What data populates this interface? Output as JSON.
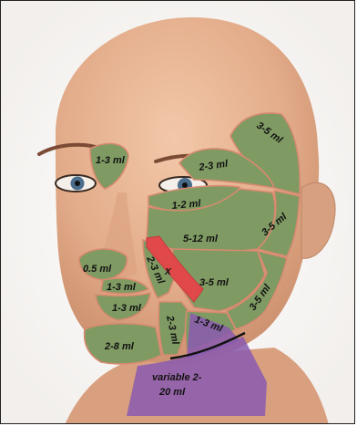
{
  "colors": {
    "background": "#ffffff",
    "skin": "#e7b393",
    "zone_green": "#7f9a63",
    "zone_border": "#d88a70",
    "danger_red": "#e0484a",
    "neck_purple": "#8a5bb0",
    "eye_iris": "#4a6d8c"
  },
  "zones": [
    {
      "id": "temple",
      "label": "3-5 ml"
    },
    {
      "id": "forehead-upper",
      "label": "2-3 ml"
    },
    {
      "id": "brow",
      "label": "1-3 ml"
    },
    {
      "id": "infraorbital",
      "label": "1-2 ml"
    },
    {
      "id": "cheek-mid",
      "label": "5-12 ml"
    },
    {
      "id": "cheek-lateral",
      "label": "3-5 ml"
    },
    {
      "id": "nasolabial",
      "label": "2-3 ml"
    },
    {
      "id": "cheek-lower",
      "label": "3-5 ml"
    },
    {
      "id": "jaw-lateral",
      "label": "3-5 ml"
    },
    {
      "id": "nose-tip",
      "label": "0.5 ml"
    },
    {
      "id": "upper-lip",
      "label": "1-3 ml"
    },
    {
      "id": "lower-lip",
      "label": "1-3 ml"
    },
    {
      "id": "marionette",
      "label": "2-3 ml"
    },
    {
      "id": "jawline",
      "label": "1-3 ml"
    },
    {
      "id": "chin",
      "label": "2-8 ml"
    },
    {
      "id": "neck",
      "label": "variable 2-\n20 ml"
    }
  ],
  "danger_marker": "X",
  "neck_label_line1": "variable 2-",
  "neck_label_line2": "20 ml"
}
